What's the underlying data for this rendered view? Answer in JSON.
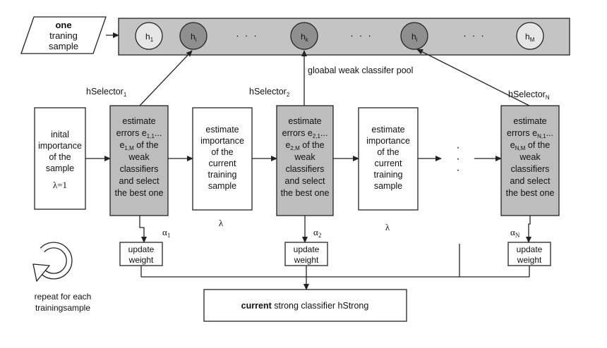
{
  "input": {
    "bold": "one",
    "line2": "traning",
    "line3": "sample"
  },
  "pool": {
    "label": "gloabal weak classifer pool",
    "h1": {
      "main": "h",
      "sub": "1"
    },
    "hi_a": {
      "main": "h",
      "sub": "i"
    },
    "hk": {
      "main": "h",
      "sub": "k"
    },
    "hi_b": {
      "main": "h",
      "sub": "i"
    },
    "hM": {
      "main": "h",
      "sub": "M"
    },
    "ellipsis": "· · ·"
  },
  "selectors": {
    "s1": {
      "main": "hSelector",
      "sub": "1"
    },
    "s2": {
      "main": "hSelector",
      "sub": "2"
    },
    "sN": {
      "main": "hSelector",
      "sub": "N"
    }
  },
  "initial": {
    "l1": "inital",
    "l2": "importance",
    "l3": "of the",
    "l4": "sample",
    "lambda": "λ=1"
  },
  "estimate_errors": {
    "e1": {
      "e_main": "e",
      "e_sub": "1,1",
      "e_trail": "...",
      "m_main": "e",
      "m_sub": "1,M"
    },
    "e2": {
      "e_main": "e",
      "e_sub": "2,1",
      "e_trail": "...",
      "m_main": "e",
      "m_sub": "2,M"
    },
    "eN": {
      "e_main": "e",
      "e_sub": "N,1",
      "e_trail": "...",
      "m_main": "e",
      "m_sub": "N,M"
    },
    "l1": "estimate",
    "l2": "errors",
    "l3": "of the",
    "l4": "weak",
    "l5": "classifiers",
    "l6": "and select",
    "l7": "the best one"
  },
  "estimate_importance": {
    "l1": "estimate",
    "l2": "importance",
    "l3": "of the",
    "l4": "current",
    "l5": "training",
    "l6": "sample"
  },
  "lambda": "λ",
  "alphas": {
    "a1": {
      "main": "α",
      "sub": "1"
    },
    "a2": {
      "main": "α",
      "sub": "2"
    },
    "aN": {
      "main": "α",
      "sub": "N"
    }
  },
  "update": {
    "l1": "update",
    "l2": "weight"
  },
  "dots": "·",
  "repeat": {
    "l1": "repeat for each",
    "l2": "trainingsample"
  },
  "strong": {
    "bold": "current",
    "rest": " strong classifier hStrong"
  }
}
